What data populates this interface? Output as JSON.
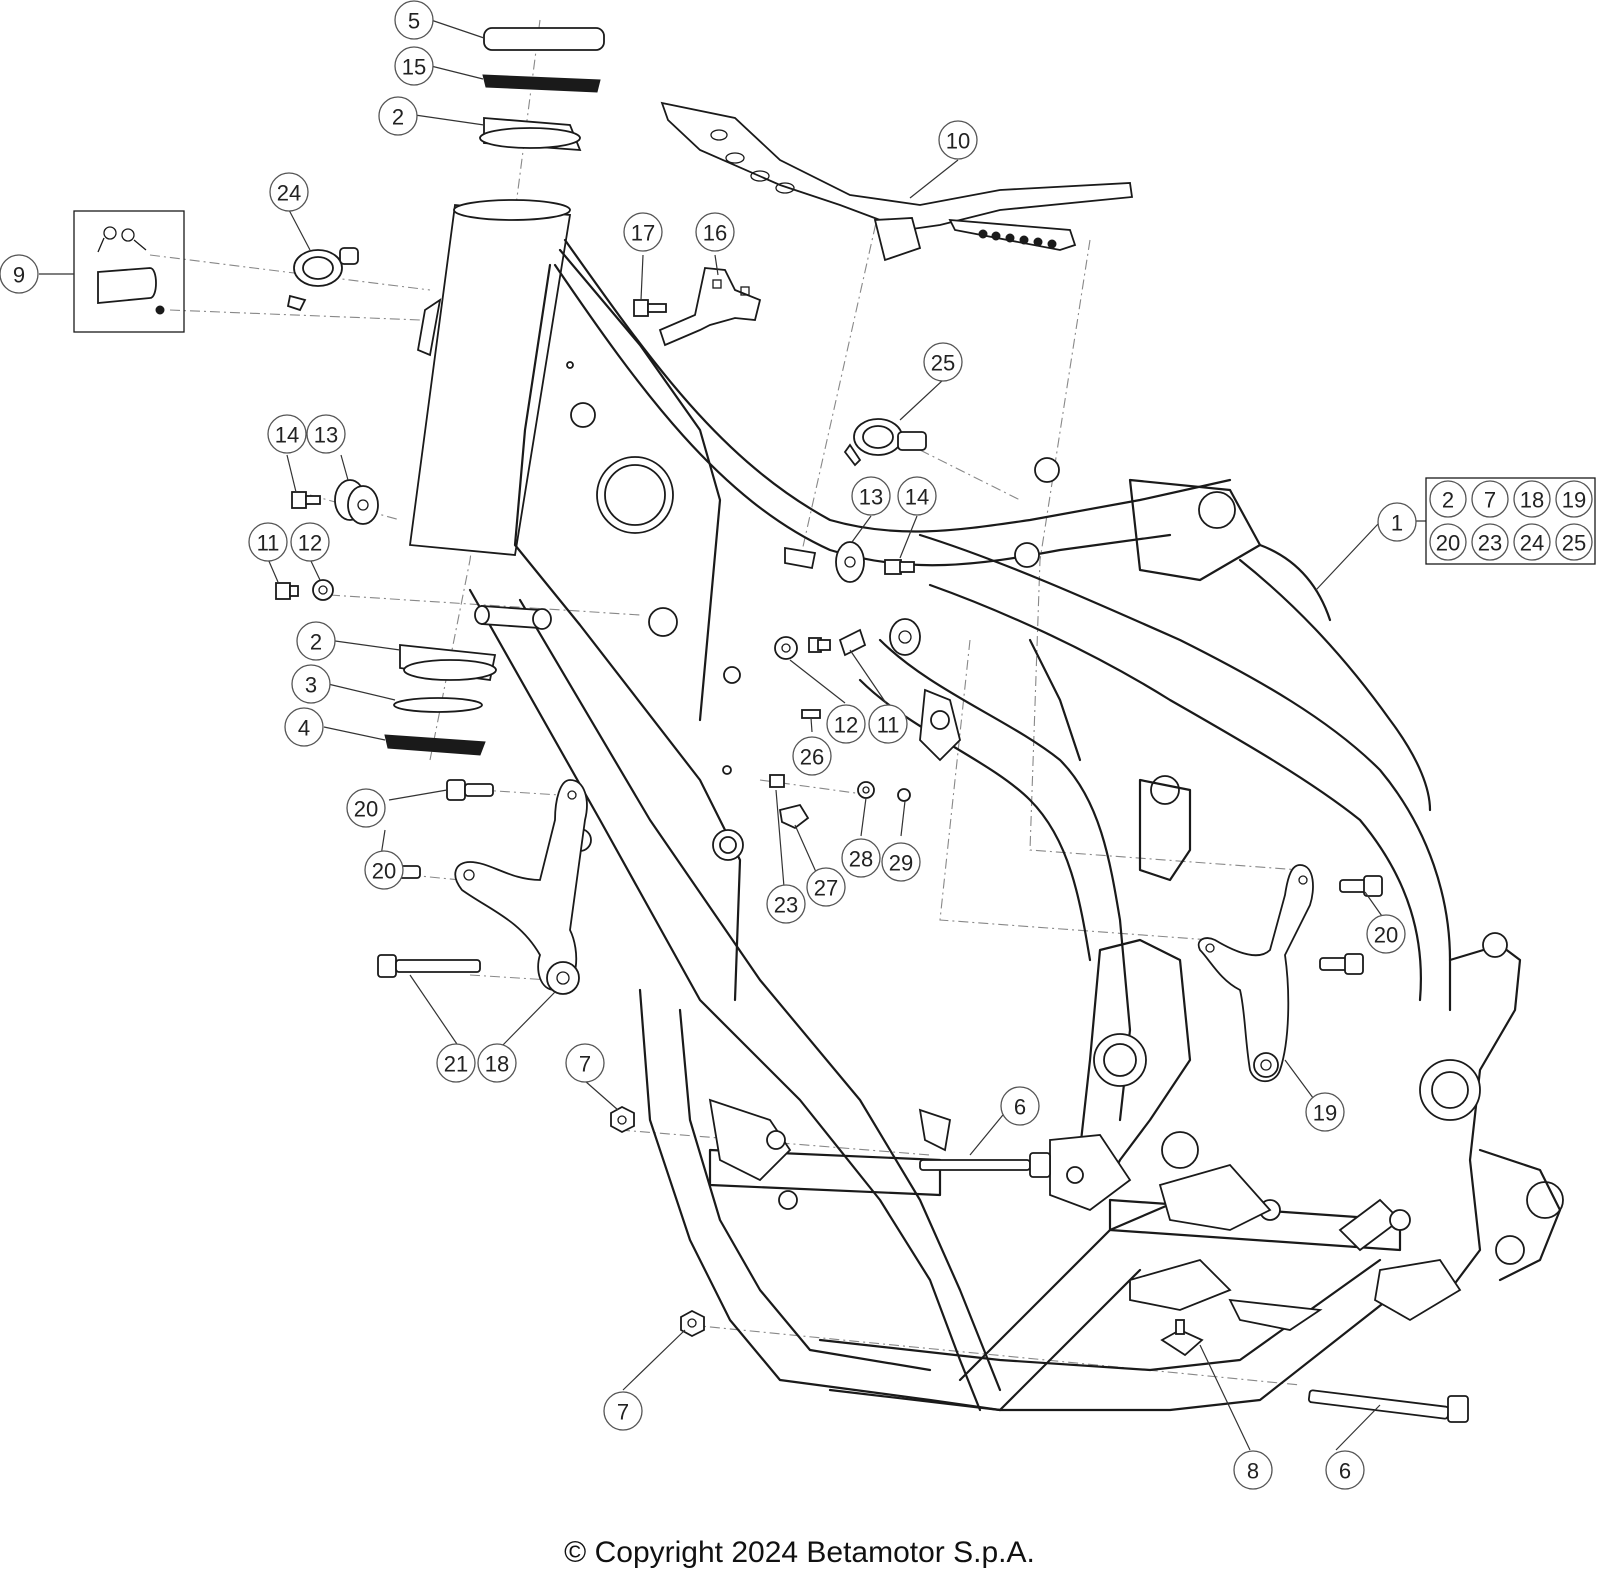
{
  "callouts": [
    {
      "label": "5"
    },
    {
      "label": "15"
    },
    {
      "label": "2"
    },
    {
      "label": "24"
    },
    {
      "label": "9"
    },
    {
      "label": "17"
    },
    {
      "label": "16"
    },
    {
      "label": "10"
    },
    {
      "label": "25"
    },
    {
      "label": "14"
    },
    {
      "label": "13"
    },
    {
      "label": "11"
    },
    {
      "label": "12"
    },
    {
      "label": "2"
    },
    {
      "label": "3"
    },
    {
      "label": "4"
    },
    {
      "label": "13"
    },
    {
      "label": "14"
    },
    {
      "label": "12"
    },
    {
      "label": "11"
    },
    {
      "label": "26"
    },
    {
      "label": "20"
    },
    {
      "label": "20"
    },
    {
      "label": "28"
    },
    {
      "label": "29"
    },
    {
      "label": "27"
    },
    {
      "label": "23"
    },
    {
      "label": "21"
    },
    {
      "label": "18"
    },
    {
      "label": "7"
    },
    {
      "label": "6"
    },
    {
      "label": "20"
    },
    {
      "label": "19"
    },
    {
      "label": "1"
    },
    {
      "label": "7"
    },
    {
      "label": "8"
    },
    {
      "label": "6"
    }
  ],
  "kit_box": {
    "labels": [
      "2",
      "7",
      "18",
      "19",
      "20",
      "23",
      "24",
      "25"
    ]
  },
  "copyright": "© Copyright 2024 Betamotor S.p.A."
}
